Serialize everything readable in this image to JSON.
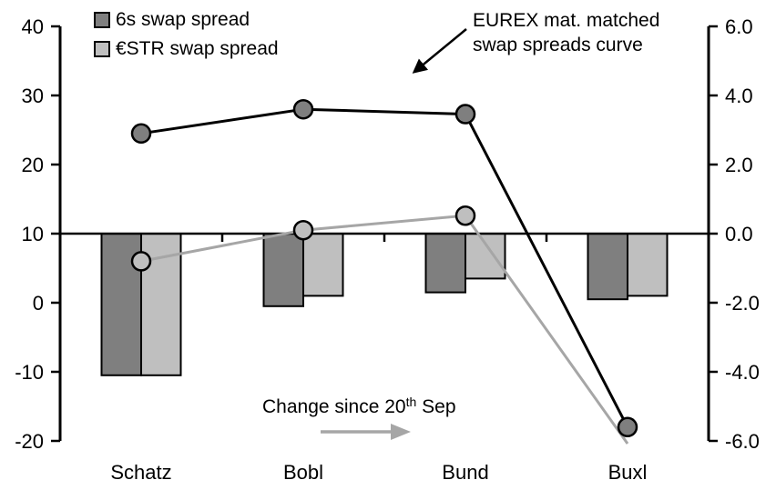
{
  "chart_data": {
    "type": "bar+line combo, dual axis",
    "categories": [
      "Schatz",
      "Bobl",
      "Bund",
      "Buxl"
    ],
    "left_axis": {
      "min": -20,
      "max": 40,
      "tick_values": [
        40,
        30,
        20,
        10,
        0,
        -10,
        -20
      ],
      "tick_labels": [
        "40",
        "30",
        "20",
        "10",
        "0",
        "-10",
        "-20"
      ]
    },
    "right_axis": {
      "min": -6,
      "max": 6,
      "tick_values": [
        6,
        4,
        2,
        0,
        -2,
        -4,
        -6
      ],
      "tick_labels": [
        "6.0",
        "4.0",
        "2.0",
        "0.0",
        "-2.0",
        "-4.0",
        "-6.0"
      ]
    },
    "bar_baseline_right": 0,
    "bar_series": [
      {
        "name": "6s swap spread",
        "axis": "right",
        "color": "#7F7F7F",
        "values": [
          -4.1,
          -2.1,
          -1.7,
          -1.9
        ]
      },
      {
        "name": "€STR swap spread",
        "axis": "right",
        "color": "#BFBFBF",
        "values": [
          -4.1,
          -1.8,
          -1.3,
          -1.8
        ]
      }
    ],
    "line_series": [
      {
        "name": "6s swap spread curve",
        "axis": "left",
        "line_color": "#000000",
        "marker_fill": "#7F7F7F",
        "values": [
          24.5,
          28.0,
          27.3,
          -18.0
        ],
        "marker_visible": [
          true,
          true,
          true,
          true
        ]
      },
      {
        "name": "€STR swap spread curve",
        "axis": "left",
        "line_color": "#A6A6A6",
        "marker_fill": "#BFBFBF",
        "values": [
          6.0,
          10.5,
          12.6,
          -20.4
        ],
        "marker_visible": [
          true,
          true,
          true,
          false
        ]
      }
    ],
    "legend_position": "top-left inside",
    "grid": false
  },
  "legend": {
    "items": [
      {
        "label": "6s swap spread",
        "color": "#7F7F7F"
      },
      {
        "label": "€STR swap spread",
        "color": "#BFBFBF"
      }
    ]
  },
  "annotations": {
    "eurex": {
      "line1": "EUREX mat. matched",
      "line2": "swap spreads curve"
    },
    "change": {
      "prefix": "Change since 20",
      "sup": "th",
      "suffix": " Sep"
    }
  },
  "colors": {
    "axis": "#000000",
    "text": "#000000",
    "gray_arrow": "#A6A6A6",
    "black_arrow": "#000000"
  }
}
